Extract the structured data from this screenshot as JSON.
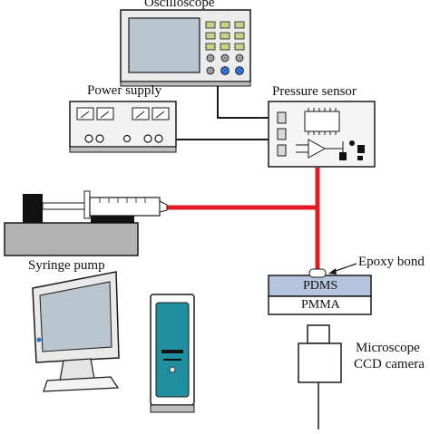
{
  "labels": {
    "oscilloscope": "Oscilloscope",
    "power_supply": "Power supply",
    "pressure_sensor": "Pressure sensor",
    "syringe_pump": "Syringe pump",
    "epoxy_bond": "Epoxy bond",
    "pdms": "PDMS",
    "pmma": "PMMA",
    "camera_line1": "Microscope",
    "camera_line2": "CCD camera"
  },
  "colors": {
    "tube": "#e01b24",
    "outline": "#1a1a1a",
    "screen": "#b9c6cf",
    "pdms_fill": "#b7c4dd",
    "pc_case": "#1f8fa0",
    "pump_base": "#b3b3b3",
    "pump_block": "#111111"
  },
  "icons": [
    "oscilloscope-icon",
    "power-supply-icon",
    "pressure-sensor-icon",
    "syringe-icon",
    "monitor-icon",
    "pc-tower-icon",
    "camera-icon"
  ]
}
